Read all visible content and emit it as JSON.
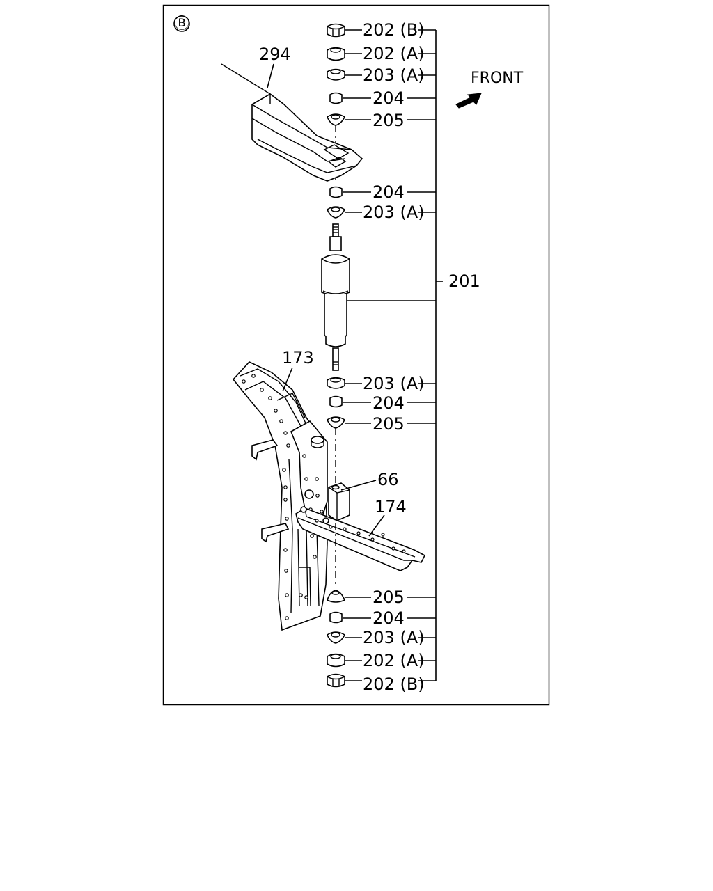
{
  "view_marker": "Ⓑ",
  "direction_label": "FRONT",
  "assembly_label": "201",
  "top_labels": [
    "202 (B)",
    "202 (A)",
    "203 (A)",
    "204",
    "205",
    "204",
    "203 (A)"
  ],
  "bottom_labels": [
    "203 (A)",
    "204",
    "205",
    "205",
    "204",
    "203 (A)",
    "202 (A)",
    "202 (B)"
  ],
  "component_labels": {
    "crossmember_upper": "294",
    "frame_side": "173",
    "bracket": "66",
    "crossmember_lower": "174"
  }
}
